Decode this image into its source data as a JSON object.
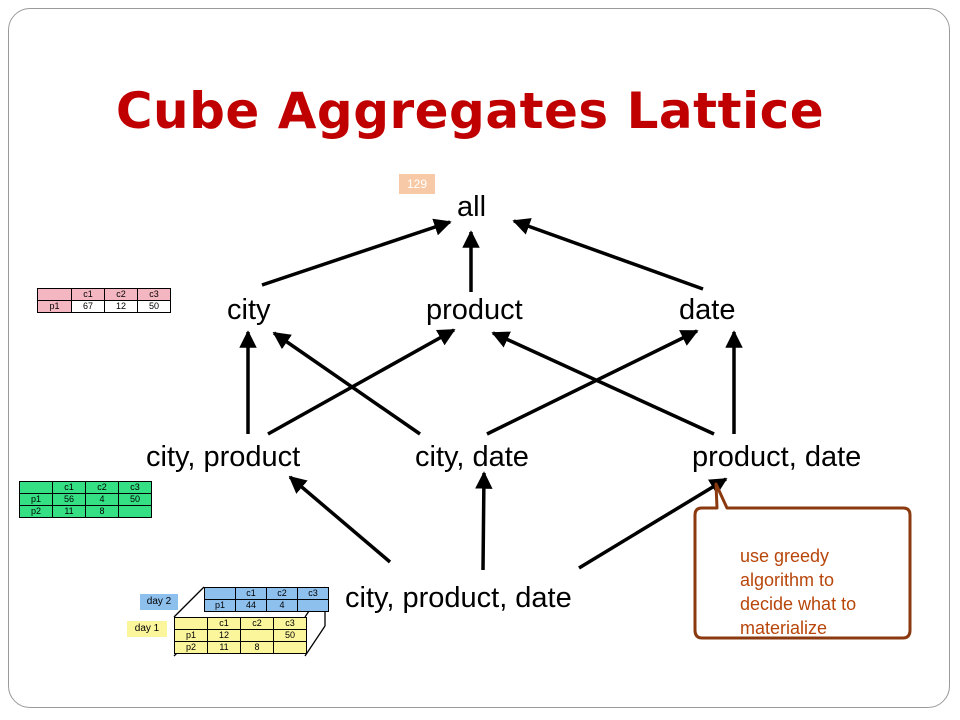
{
  "title": "Cube Aggregates Lattice",
  "badge": "129",
  "nodes": {
    "all": "all",
    "city": "city",
    "product": "product",
    "date": "date",
    "city_product": "city, product",
    "city_date": "city, date",
    "product_date": "product, date",
    "city_product_date": "city, product, date"
  },
  "tables": {
    "city_view": {
      "header": [
        "",
        "c1",
        "c2",
        "c3"
      ],
      "rows": [
        [
          "p1",
          "67",
          "12",
          "50"
        ]
      ]
    },
    "city_product_view": {
      "header": [
        "",
        "c1",
        "c2",
        "c3"
      ],
      "rows": [
        [
          "p1",
          "56",
          "4",
          "50"
        ],
        [
          "p2",
          "11",
          "8",
          ""
        ]
      ]
    },
    "day2": {
      "label": "day 2",
      "header": [
        "",
        "c1",
        "c2",
        "c3"
      ],
      "rows": [
        [
          "p1",
          "44",
          "4",
          ""
        ]
      ]
    },
    "day1": {
      "label": "day 1",
      "header": [
        "",
        "c1",
        "c2",
        "c3"
      ],
      "rows": [
        [
          "p1",
          "12",
          "",
          "50"
        ],
        [
          "p2",
          "11",
          "8",
          ""
        ]
      ]
    }
  },
  "callout": {
    "text": "use greedy algorithm to decide what to materialize",
    "border_color": "#8b3a0f",
    "text_color": "#b8460a"
  },
  "colors": {
    "title": "#c00000",
    "pink": "#f4b6c0",
    "green": "#34e083",
    "blue": "#8ec0ee",
    "yellow": "#fbf59c",
    "badge": "#f8c9a6"
  }
}
